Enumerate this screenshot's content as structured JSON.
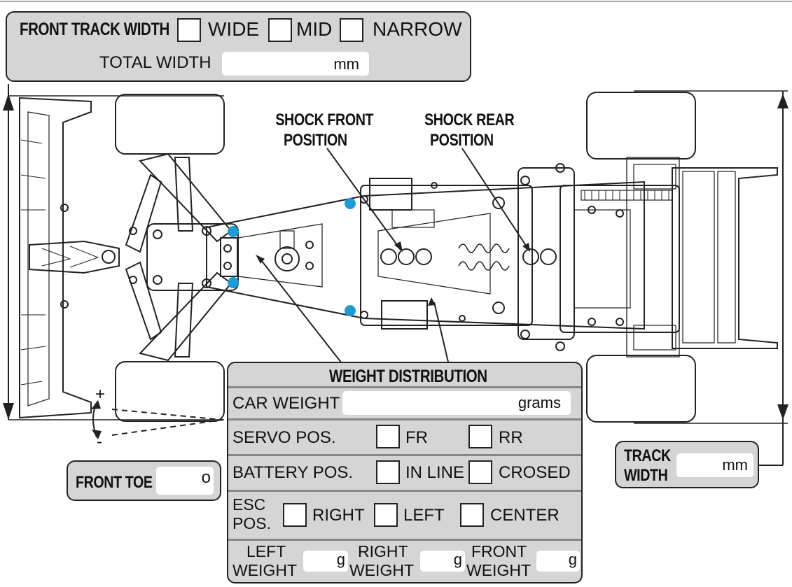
{
  "front_track": {
    "title": "FRONT TRACK WIDTH",
    "options": [
      "WIDE",
      "MID",
      "NARROW"
    ],
    "total_width_label": "TOTAL WIDTH",
    "total_width_unit": "mm",
    "total_width_value": ""
  },
  "callouts": {
    "shock_front": [
      "SHOCK FRONT",
      "POSITION"
    ],
    "shock_rear": [
      "SHOCK REAR",
      "POSITION"
    ]
  },
  "weight": {
    "title": "WEIGHT DISTRIBUTION",
    "car_weight_label": "CAR WEIGHT",
    "car_weight_unit": "grams",
    "servo_label": "SERVO POS.",
    "servo_options": [
      "FR",
      "RR"
    ],
    "battery_label": "BATTERY POS.",
    "battery_options": [
      "IN LINE",
      "CROSED"
    ],
    "esc_label_1": "ESC",
    "esc_label_2": "POS.",
    "esc_options": [
      "RIGHT",
      "LEFT",
      "CENTER"
    ],
    "left_weight": [
      "LEFT",
      "WEIGHT"
    ],
    "right_weight": [
      "RIGHT",
      "WEIGHT"
    ],
    "front_weight": [
      "FRONT",
      "WEIGHT"
    ],
    "weight_unit": "g"
  },
  "front_toe": {
    "label": "FRONT TOE",
    "unit": "o",
    "plus": "+",
    "minus": "-"
  },
  "rear_track": {
    "label_1": "TRACK",
    "label_2": "WIDTH",
    "unit": "mm"
  },
  "colors": {
    "panel": "#d5d5d5",
    "marker": "#1e9ad6",
    "border": "#222222"
  }
}
